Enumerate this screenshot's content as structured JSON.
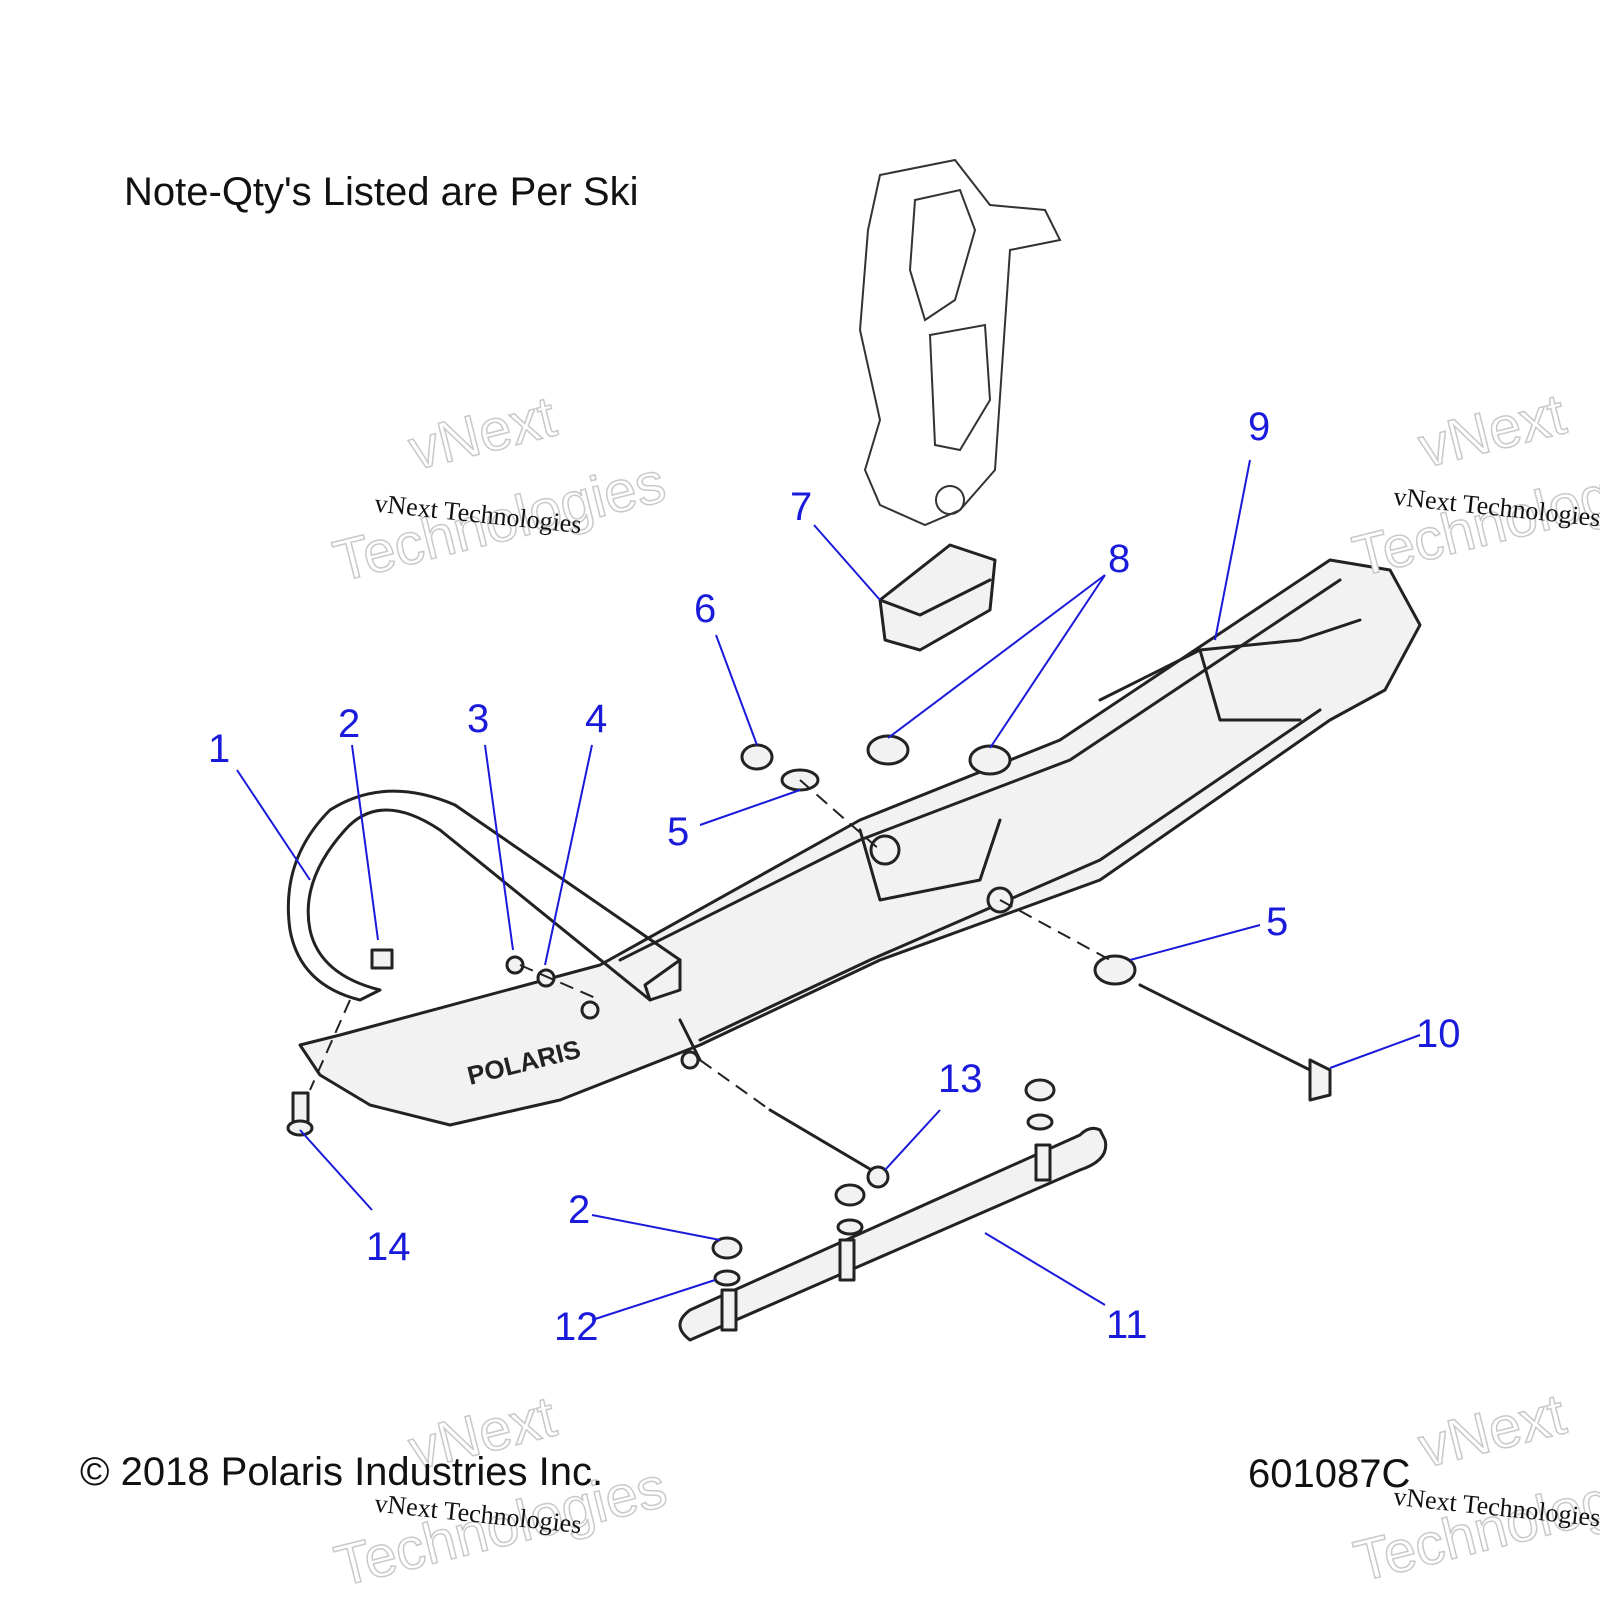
{
  "header": {
    "note": "Note-Qty's Listed are Per Ski"
  },
  "footer": {
    "copyright": "© 2018 Polaris Industries Inc.",
    "diagram_id": "601087C"
  },
  "watermark": {
    "big_line1": "vNext",
    "big_line2": "Technologies",
    "small": "vNext Technologies"
  },
  "callouts": [
    {
      "id": "c1",
      "label": "1"
    },
    {
      "id": "c2a",
      "label": "2"
    },
    {
      "id": "c3",
      "label": "3"
    },
    {
      "id": "c4",
      "label": "4"
    },
    {
      "id": "c5a",
      "label": "5"
    },
    {
      "id": "c6",
      "label": "6"
    },
    {
      "id": "c7",
      "label": "7"
    },
    {
      "id": "c8",
      "label": "8"
    },
    {
      "id": "c9",
      "label": "9"
    },
    {
      "id": "c5b",
      "label": "5"
    },
    {
      "id": "c10",
      "label": "10"
    },
    {
      "id": "c13",
      "label": "13"
    },
    {
      "id": "c2b",
      "label": "2"
    },
    {
      "id": "c14",
      "label": "14"
    },
    {
      "id": "c12",
      "label": "12"
    },
    {
      "id": "c11",
      "label": "11"
    }
  ],
  "colors": {
    "callout": "#1a1adb",
    "line": "#222222",
    "fill": "#f2f2f2"
  }
}
